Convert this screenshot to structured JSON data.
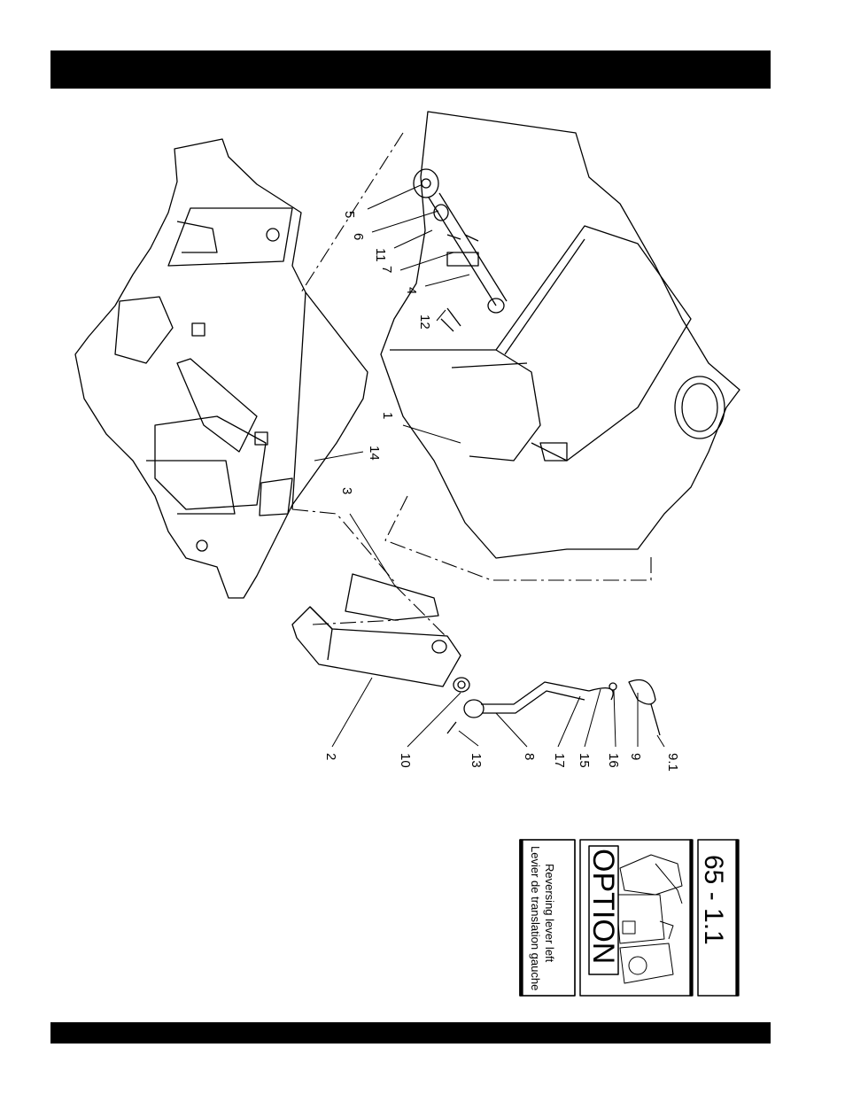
{
  "page": {
    "background": "#ffffff",
    "bar_color": "#000000"
  },
  "callouts": {
    "c1": "1",
    "c2": "2",
    "c3": "3",
    "c4": "4",
    "c5": "5",
    "c6": "6",
    "c7": "7",
    "c8": "8",
    "c9": "9",
    "c9_1": "9.1",
    "c10": "10",
    "c11": "11",
    "c12": "12",
    "c13": "13",
    "c14": "14",
    "c15": "15",
    "c16": "16",
    "c17": "17"
  },
  "title_box": {
    "section_number": "65 - 1.1",
    "option_label": "OPTION",
    "title_en": "Reversing lever left",
    "title_fr": "Levier de translation gauche"
  }
}
